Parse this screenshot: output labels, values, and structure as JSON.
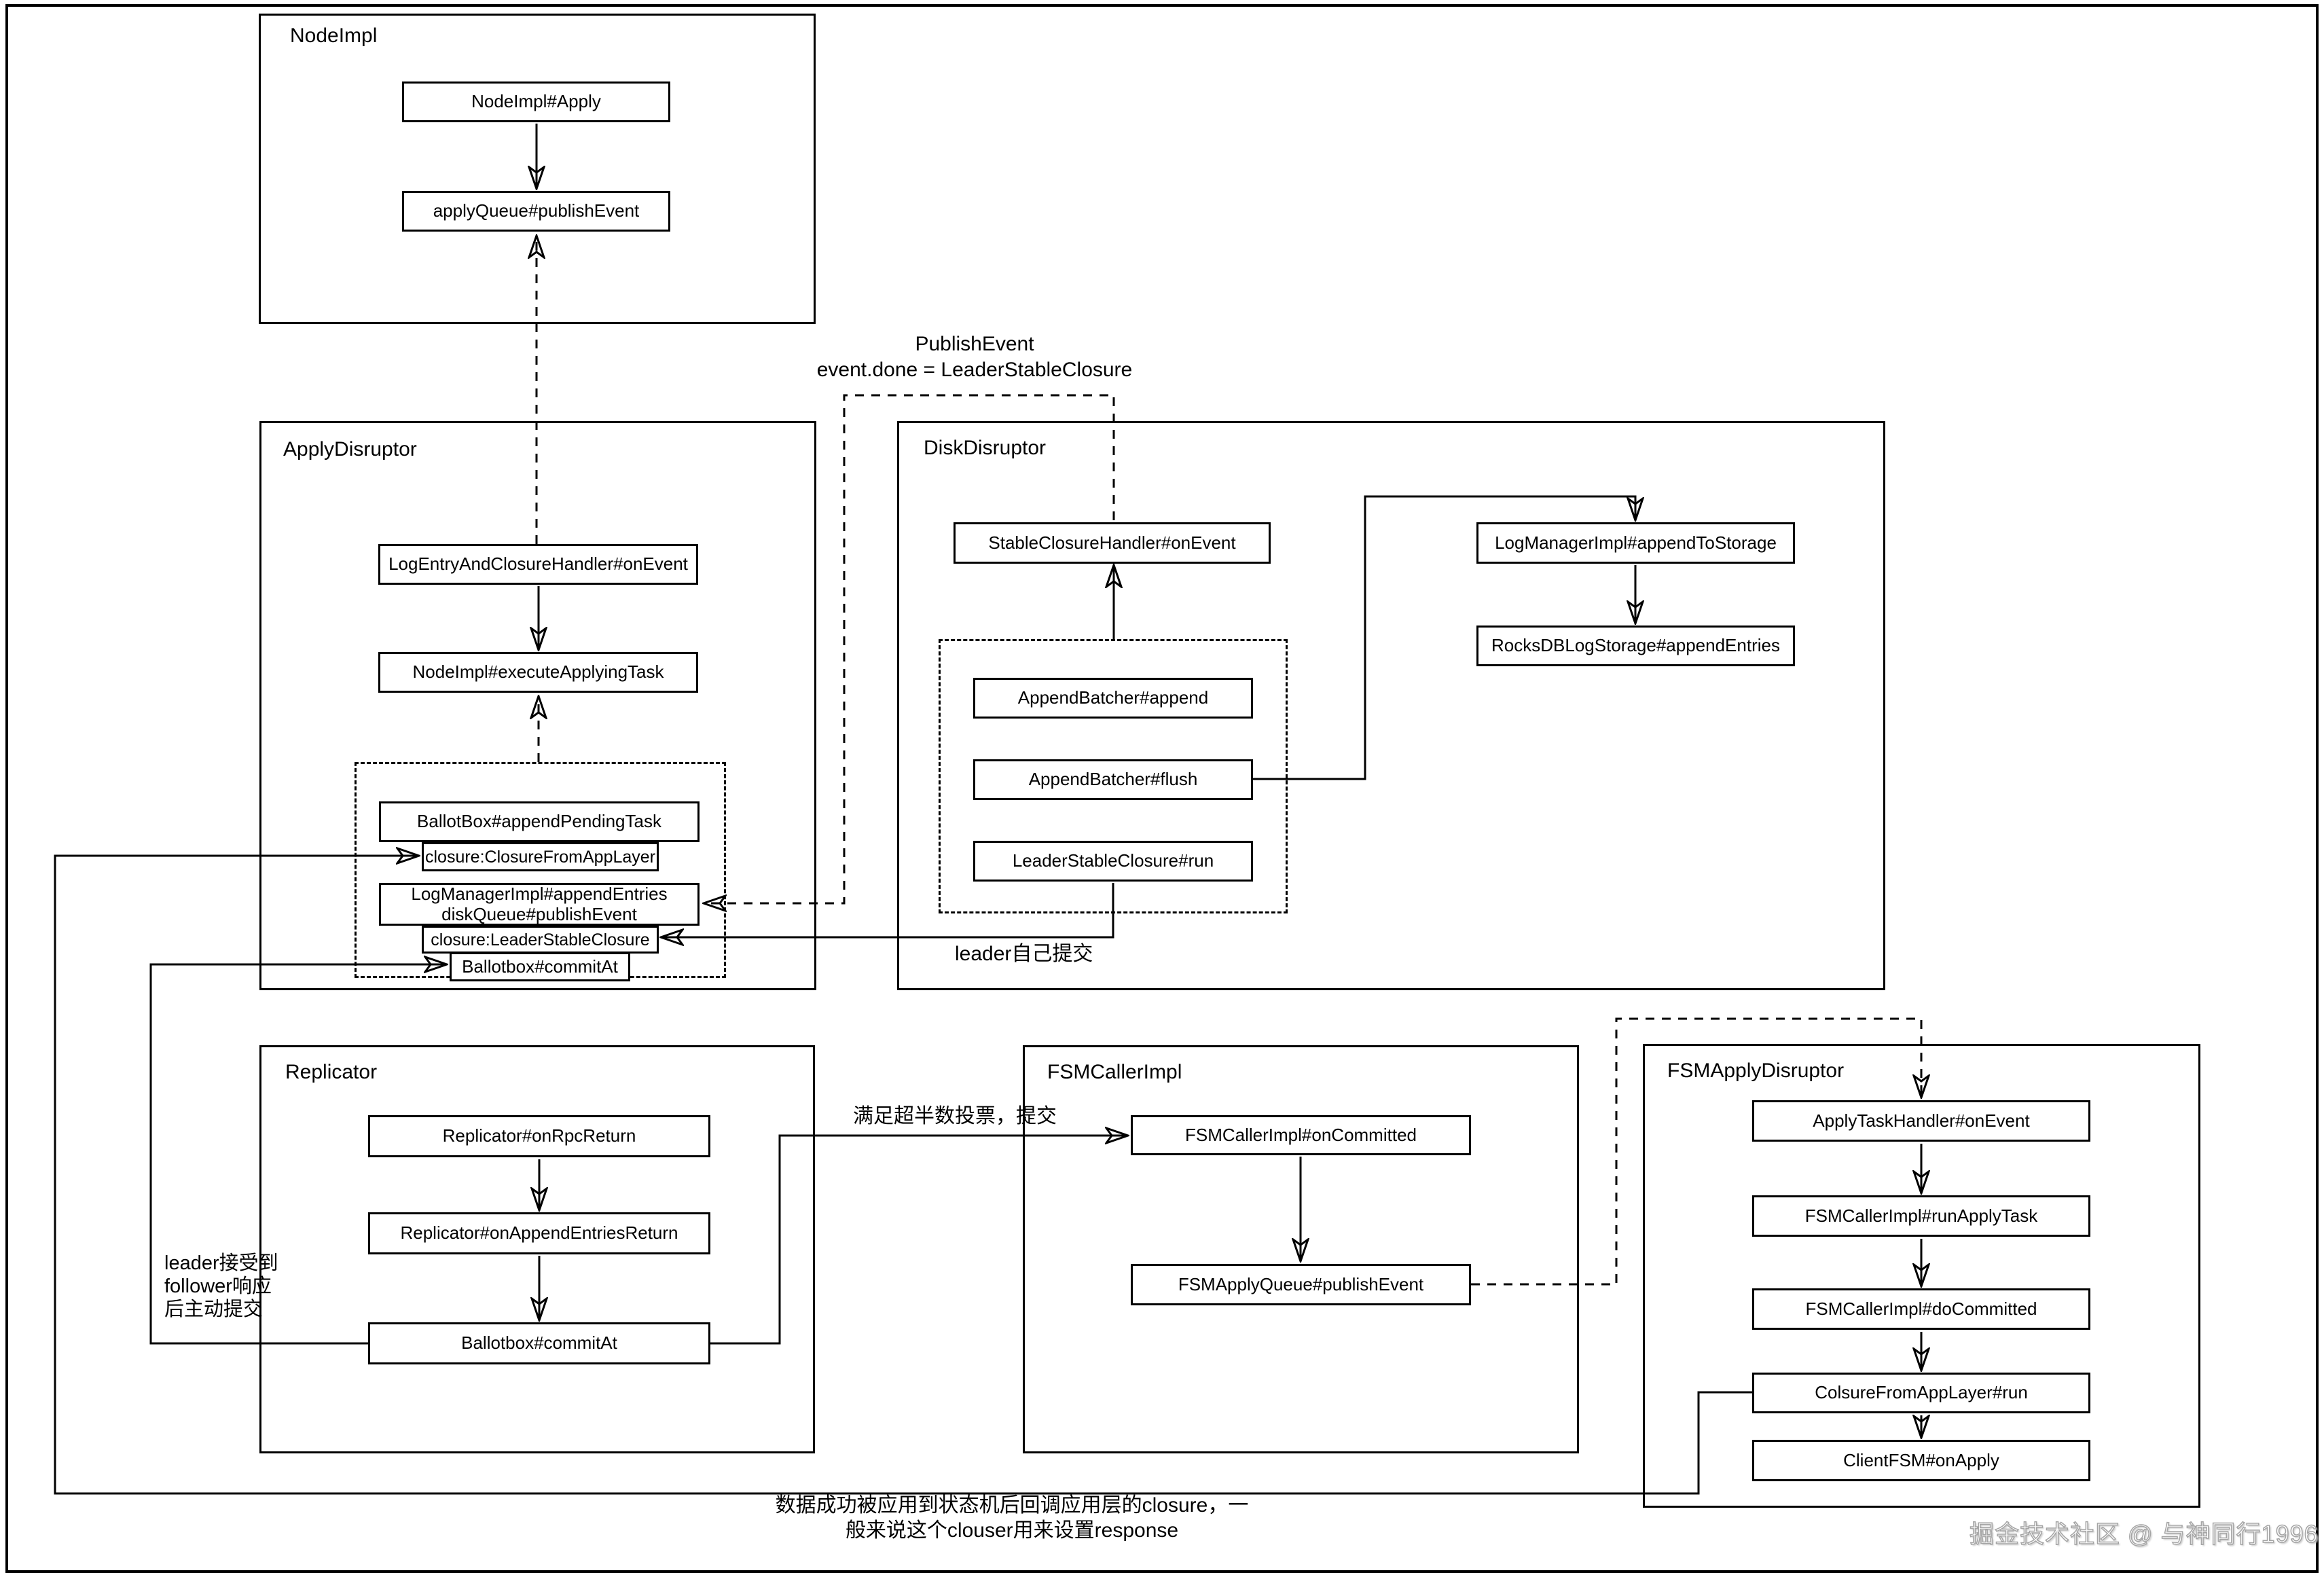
{
  "groups": {
    "node_impl": {
      "title": "NodeImpl"
    },
    "apply_disruptor": {
      "title": "ApplyDisruptor"
    },
    "disk_disruptor": {
      "title": "DiskDisruptor"
    },
    "replicator": {
      "title": "Replicator"
    },
    "fsm_caller_impl": {
      "title": "FSMCallerImpl"
    },
    "fsm_apply_disruptor": {
      "title": "FSMApplyDisruptor"
    }
  },
  "nodes": {
    "node_impl_apply": "NodeImpl#Apply",
    "apply_queue_publish": "applyQueue#publishEvent",
    "log_entry_handler": "LogEntryAndClosureHandler#onEvent",
    "execute_applying_task": "NodeImpl#executeApplyingTask",
    "ballot_box_append_pending": "BallotBox#appendPendingTask",
    "closure_from_app_layer": "closure:ClosureFromAppLayer",
    "log_manager_disk_queue": {
      "line1": "LogManagerImpl#appendEntries",
      "line2": "diskQueue#publishEvent"
    },
    "closure_leader_stable": "closure:LeaderStableClosure",
    "apply_ballotbox_commit": "Ballotbox#commitAt",
    "stable_closure_handler": "StableClosureHandler#onEvent",
    "append_batcher_append": "AppendBatcher#append",
    "append_batcher_flush": "AppendBatcher#flush",
    "leader_stable_closure_run": "LeaderStableClosure#run",
    "log_manager_append_storage": "LogManagerImpl#appendToStorage",
    "rocksdb_append_entries": "RocksDBLogStorage#appendEntries",
    "replicator_on_rpc": "Replicator#onRpcReturn",
    "replicator_on_append_entries": "Replicator#onAppendEntriesReturn",
    "replicator_ballotbox_commit": "Ballotbox#commitAt",
    "fsm_on_committed": "FSMCallerImpl#onCommitted",
    "fsm_apply_queue_publish": "FSMApplyQueue#publishEvent",
    "apply_task_handler": "ApplyTaskHandler#onEvent",
    "fsm_run_apply_task": "FSMCallerImpl#runApplyTask",
    "fsm_do_committed": "FSMCallerImpl#doCommitted",
    "colsure_from_app_layer_run": "ColsureFromAppLayer#run",
    "client_fsm_on_apply": "ClientFSM#onApply"
  },
  "annotations": {
    "publish_event": {
      "line1": "PublishEvent",
      "line2": "event.done = LeaderStableClosure"
    },
    "leader_self_commit": "leader自己提交",
    "leader_receive": {
      "line1": "leader接受到",
      "line2": "follower响应",
      "line3": "后主动提交"
    },
    "majority_vote": "满足超半数投票，提交",
    "bottom_note": {
      "line1": "数据成功被应用到状态机后回调应用层的closure，一",
      "line2": "般来说这个clouser用来设置response"
    },
    "watermark": "掘金技术社区 @ 与神同行1996"
  }
}
